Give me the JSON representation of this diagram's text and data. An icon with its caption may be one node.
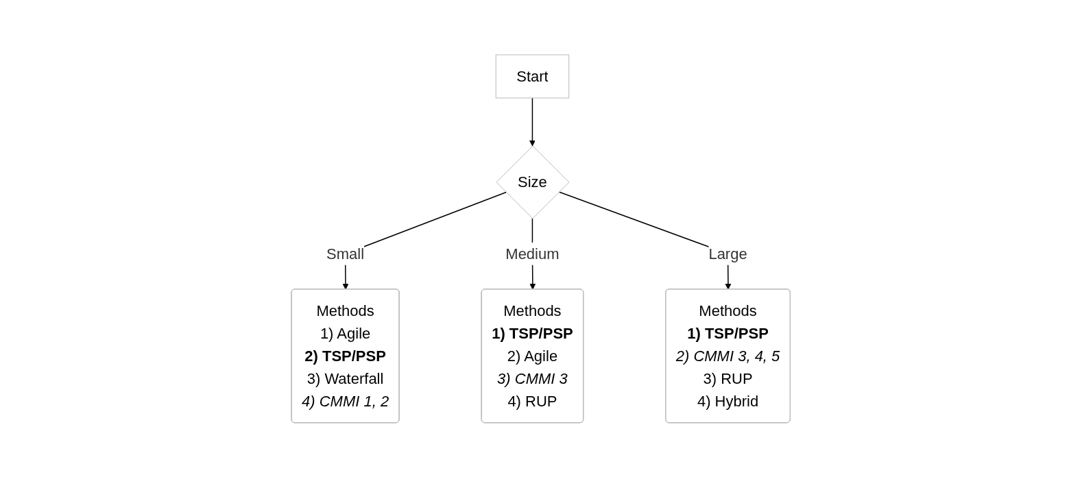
{
  "diagram": {
    "nodes": [
      {
        "text": [
          "Start"
        ]
      },
      {
        "text": [
          "Size"
        ]
      },
      {
        "text": [
          "Methods",
          "1) Agile",
          "**2) TSP/PSP**",
          "3) Waterfall",
          "*4) CMMI 1, 2*"
        ]
      },
      {
        "text": [
          "Methods",
          "**1) TSP/PSP**",
          "2) Agile",
          "*3) CMMI 3*",
          "4) RUP"
        ]
      },
      {
        "text": [
          "Methods",
          "**1) TSP/PSP**",
          "*2) CMMI 3, 4, 5*",
          "3) RUP",
          "4) Hybrid"
        ]
      }
    ],
    "edges": [
      {
        "from": 0,
        "to": 1,
        "arrow": "to"
      },
      {
        "from": 1,
        "to": 2,
        "arrow": "to",
        "label": "Small"
      },
      {
        "from": 1,
        "to": 3,
        "arrow": "to",
        "label": "Medium"
      },
      {
        "from": 1,
        "to": 4,
        "arrow": "to",
        "label": "Large"
      }
    ]
  }
}
